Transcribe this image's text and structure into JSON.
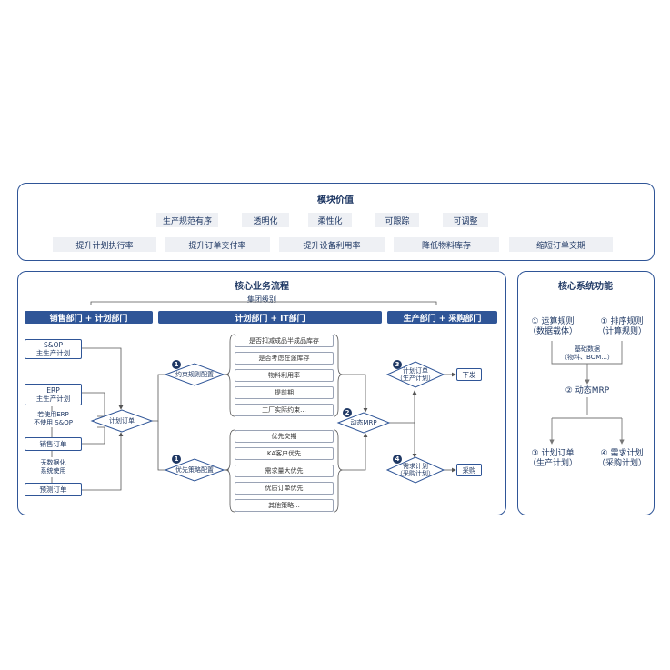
{
  "module_value": {
    "title": "模块价值",
    "row1": [
      "生产规范有序",
      "透明化",
      "柔性化",
      "可跟踪",
      "可调整"
    ],
    "row2": [
      "提升计划执行率",
      "提升订单交付率",
      "提升设备利用率",
      "降低物料库存",
      "缩短订单交期"
    ]
  },
  "core_process": {
    "title": "核心业务流程",
    "group_label": "集团级别",
    "departments": [
      "销售部门 + 计划部门",
      "计划部门 + IT部门",
      "生产部门 + 采购部门"
    ],
    "left_boxes": {
      "sop": "S&OP\n主生产计划",
      "erp": "ERP\n主生产计划",
      "sales_order": "销售订单",
      "forecast_order": "预测订单"
    },
    "left_notes": {
      "erp_note": "若使用ERP\n不使用 S&OP",
      "no_data_note": "无数据化\n系统使用"
    },
    "plan_order": "计划订单",
    "constraint_config": "约束规则配置",
    "priority_config": "优先策略配置",
    "constraints": [
      "是否扣减成品半成品库存",
      "是否考虑在途库存",
      "物料利用率",
      "提前期",
      "工厂实际约束..."
    ],
    "priorities": [
      "优先交期",
      "KA客户优先",
      "需求量大优先",
      "优质订单优先",
      "其他策略..."
    ],
    "dynamic_mrp": "动态MRP",
    "plan_order_prod": "计划订单\n（生产计划）",
    "demand_plan": "需求计划\n（采购计划）",
    "issue": "下发",
    "purchase": "采购",
    "step_numbers": [
      "1",
      "1",
      "2",
      "3",
      "4"
    ]
  },
  "core_system": {
    "title": "核心系统功能",
    "calc_rules": "① 运算规则\n（数据载体）",
    "sort_rules": "① 排序规则\n（计算规则）",
    "base_data": "基础数据\n（物料、BOM...）",
    "dynamic_mrp": "② 动态MRP",
    "plan_order": "③ 计划订单\n（生产计划）",
    "demand_plan": "④ 需求计划\n（采购计划）"
  }
}
